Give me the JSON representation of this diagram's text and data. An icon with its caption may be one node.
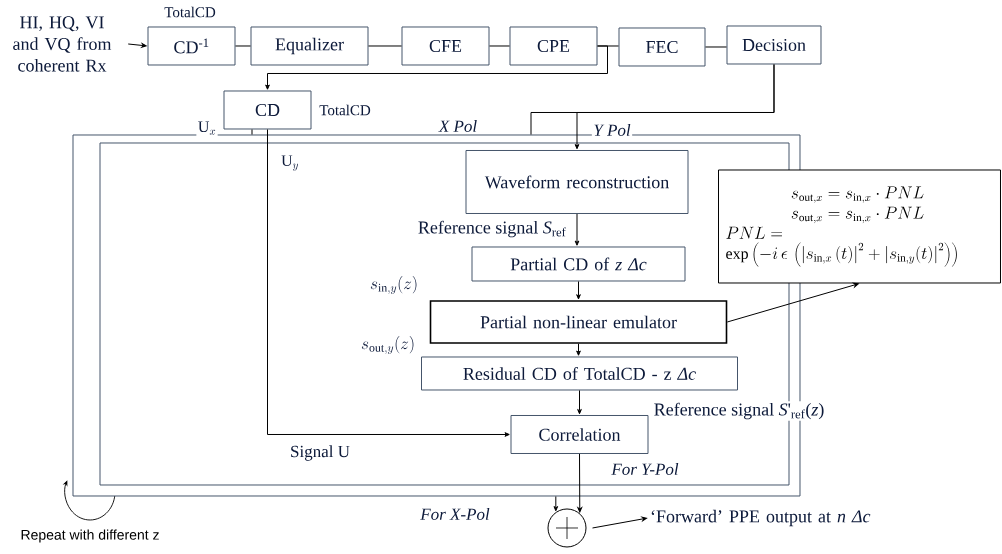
{
  "diagram": {
    "nodes": [
      {
        "text": [
          "HI, HQ, VI and VQ from coherent Rx"
        ]
      },
      {
        "text": [
          "CD$^{-1}$"
        ],
        "beside": [
          "TotalCD"
        ]
      },
      {
        "text": [
          "Equalizer"
        ]
      },
      {
        "text": [
          "CFE"
        ]
      },
      {
        "text": [
          "CPE"
        ]
      },
      {
        "text": [
          "FEC"
        ]
      },
      {
        "text": [
          "Decision"
        ]
      },
      {
        "text": [
          "CD"
        ],
        "beside": [
          "TotalCD"
        ]
      },
      {
        "text": [
          "For X-Pol"
        ]
      },
      {
        "text": [
          "For Y-Pol"
        ],
        "in": 8
      },
      {
        "text": [
          "Waveform reconstruction"
        ],
        "in": 9
      },
      {
        "text": [
          "Partial CD of *z Δc*"
        ],
        "in": 9
      },
      {
        "text": [
          "Partial non-linear emulator"
        ],
        "in": 9
      },
      {
        "text": [
          "Residual CD of TotalCD - z *Δc*"
        ],
        "in": 9
      },
      {
        "text": [
          "Correlation"
        ],
        "in": 9
      },
      {
        "text": [
          "s_{\\mathrm{out},x} = s_{\\mathrm{in},x} \\cdot PNL",
          "s_{\\mathrm{out},x} = s_{\\mathrm{in},x} \\cdot PNL",
          "PNL =",
          "\\exp\\left(-i\\,\\epsilon\\,\\left(\\left|s_{\\mathrm{in},x}\\,(t)\\right|^2+\\left|s_{\\mathrm{in},y}(t)\\right|^2\\right)\\right)"
        ]
      },
      {
        "text": [],
        "shape": "circle"
      },
      {
        "text": [
          "‘Forward’ PPE output at *n Δc*"
        ]
      }
    ],
    "edges": [
      {
        "from": 0,
        "to": 1,
        "arrow": "to"
      },
      {
        "from": 1,
        "to": 2,
        "arrow": "none"
      },
      {
        "from": 2,
        "to": 3,
        "arrow": "none"
      },
      {
        "from": 3,
        "to": 4,
        "arrow": "none"
      },
      {
        "from": 4,
        "to": 5,
        "arrow": "none"
      },
      {
        "from": 5,
        "to": 6,
        "arrow": "none"
      },
      {
        "from": 4,
        "to": 7,
        "arrow": "to"
      },
      {
        "from": 6,
        "to": 10,
        "arrow": "to",
        "label": "Y Pol"
      },
      {
        "from": 6,
        "to": 8,
        "arrow": "none",
        "label": "X Pol"
      },
      {
        "from": 7,
        "to": 8,
        "arrow": "none",
        "label": "\\mathrm{U}_{x}"
      },
      {
        "from": 7,
        "to": 14,
        "arrow": "to",
        "label": "\\mathrm{U}_{y}"
      },
      {
        "from": 10,
        "to": 11,
        "arrow": "to",
        "label": "Reference signal *S*$_{ref}$"
      },
      {
        "from": 11,
        "to": 12,
        "arrow": "to"
      },
      {
        "from": 12,
        "to": 13,
        "arrow": "to"
      },
      {
        "from": 13,
        "to": 14,
        "arrow": "to",
        "label": "Reference signal *S*'$_{ref}$(*z*)"
      },
      {
        "from": 12,
        "to": 15,
        "arrow": "to"
      },
      {
        "from": 14,
        "to": 16,
        "arrow": "to"
      },
      {
        "from": 8,
        "to": 16,
        "arrow": "to"
      },
      {
        "from": 16,
        "to": 17,
        "arrow": "to"
      }
    ],
    "labels": [
      "s_{\\mathrm{in},y}(z)",
      "s_{\\mathrm{out},y}(z)",
      "Signal U",
      "Repeat with different z"
    ]
  }
}
